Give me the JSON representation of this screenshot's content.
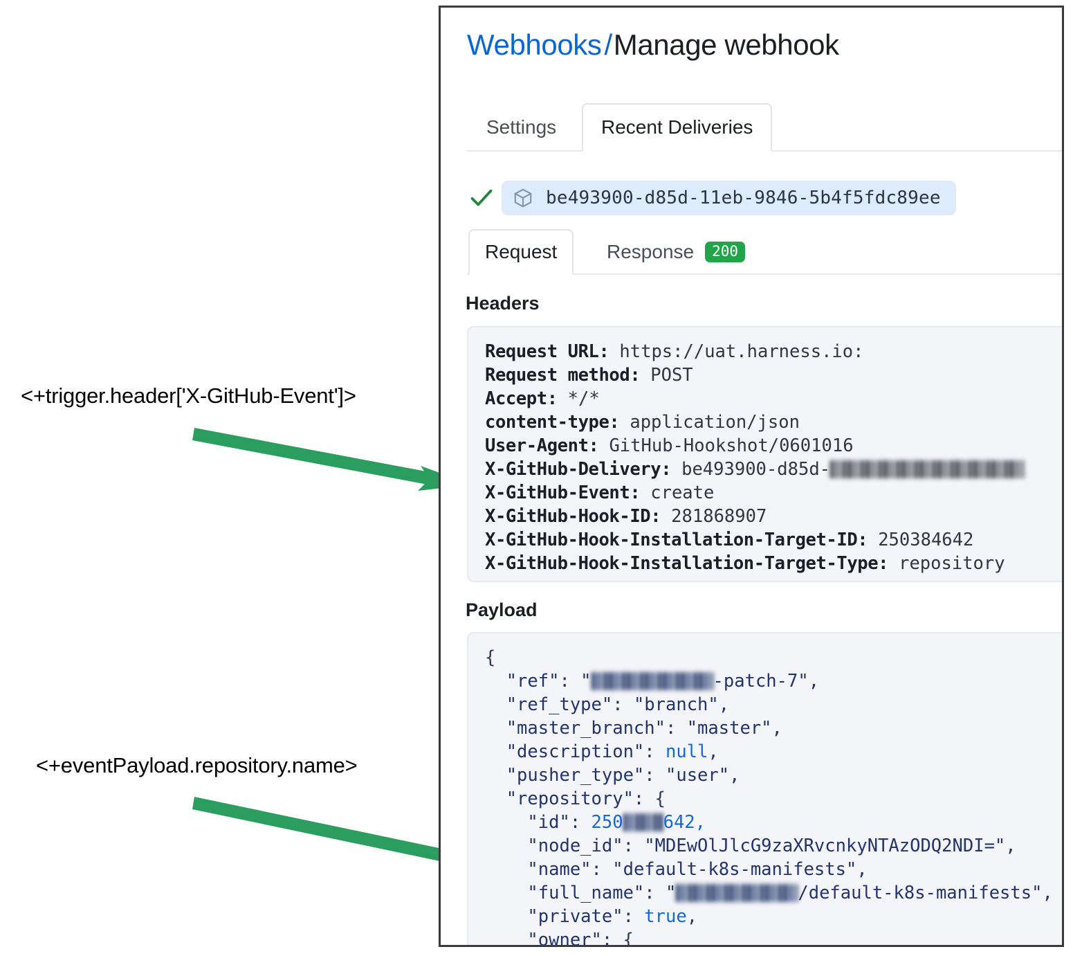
{
  "annotations": [
    {
      "id": "trigger-header",
      "text": "<+trigger.header['X-GitHub-Event']>"
    },
    {
      "id": "event-payload",
      "text": "<+eventPayload.repository.name>"
    }
  ],
  "colors": {
    "arrow_green": "#2a9d5f",
    "link_blue": "#0a66d0",
    "status_green": "#22a44a",
    "badge_blue_bg": "#ddebfb",
    "code_bg": "#f4f5f8",
    "json_literal_blue": "#1668d8",
    "json_navy": "#22346b"
  },
  "breadcrumb": {
    "link": "Webhooks",
    "separator": "/",
    "current": "Manage webhook"
  },
  "top_tabs": [
    {
      "label": "Settings",
      "selected": false
    },
    {
      "label": "Recent Deliveries",
      "selected": true
    }
  ],
  "delivery": {
    "status_icon": "check-icon",
    "package_icon": "package-icon",
    "id": "be493900-d85d-11eb-9846-5b4f5fdc89ee"
  },
  "request_response_tabs": [
    {
      "label": "Request",
      "selected": true
    },
    {
      "label": "Response",
      "selected": false,
      "status": "200"
    }
  ],
  "headers": {
    "label": "Headers",
    "lines": [
      {
        "key": "Request URL:",
        "value": "https://uat.harness.io:"
      },
      {
        "key": "Request method:",
        "value": "POST"
      },
      {
        "key": "Accept:",
        "value": "*/*"
      },
      {
        "key": "content-type:",
        "value": "application/json"
      },
      {
        "key": "User-Agent:",
        "value": "GitHub-Hookshot/0601016"
      },
      {
        "key": "X-GitHub-Delivery:",
        "value": "be493900-d85d-",
        "redacted_suffix": true
      },
      {
        "key": "X-GitHub-Event:",
        "value": "create"
      },
      {
        "key": "X-GitHub-Hook-ID:",
        "value": "281868907"
      },
      {
        "key": "X-GitHub-Hook-Installation-Target-ID:",
        "value": "250384642"
      },
      {
        "key": "X-GitHub-Hook-Installation-Target-Type:",
        "value": "repository"
      }
    ]
  },
  "payload": {
    "label": "Payload",
    "lines": [
      {
        "indent": 0,
        "text": "{"
      },
      {
        "indent": 1,
        "key": "\"ref\"",
        "value": "\"",
        "redacted": true,
        "value_tail": "-patch-7\",",
        "type": "string"
      },
      {
        "indent": 1,
        "key": "\"ref_type\"",
        "value": "\"branch\",",
        "type": "string"
      },
      {
        "indent": 1,
        "key": "\"master_branch\"",
        "value": "\"master\",",
        "type": "string"
      },
      {
        "indent": 1,
        "key": "\"description\"",
        "value": "null",
        "tail": ",",
        "type": "literal"
      },
      {
        "indent": 1,
        "key": "\"pusher_type\"",
        "value": "\"user\",",
        "type": "string"
      },
      {
        "indent": 1,
        "key": "\"repository\"",
        "value": "{",
        "type": "punct"
      },
      {
        "indent": 2,
        "key": "\"id\"",
        "value": "250",
        "redacted_mid": true,
        "value_tail": "642,",
        "type": "number"
      },
      {
        "indent": 2,
        "key": "\"node_id\"",
        "value": "\"MDEwOlJlcG9zaXRvcnkyNTAzODQ2NDI=\",",
        "type": "string"
      },
      {
        "indent": 2,
        "key": "\"name\"",
        "value": "\"default-k8s-manifests\",",
        "type": "string"
      },
      {
        "indent": 2,
        "key": "\"full_name\"",
        "value": "\"",
        "redacted": true,
        "value_tail": "/default-k8s-manifests\",",
        "type": "string"
      },
      {
        "indent": 2,
        "key": "\"private\"",
        "value": "true",
        "tail": ",",
        "type": "literal"
      },
      {
        "indent": 2,
        "key": "\"owner\"",
        "value": "{",
        "type": "punct"
      }
    ]
  }
}
